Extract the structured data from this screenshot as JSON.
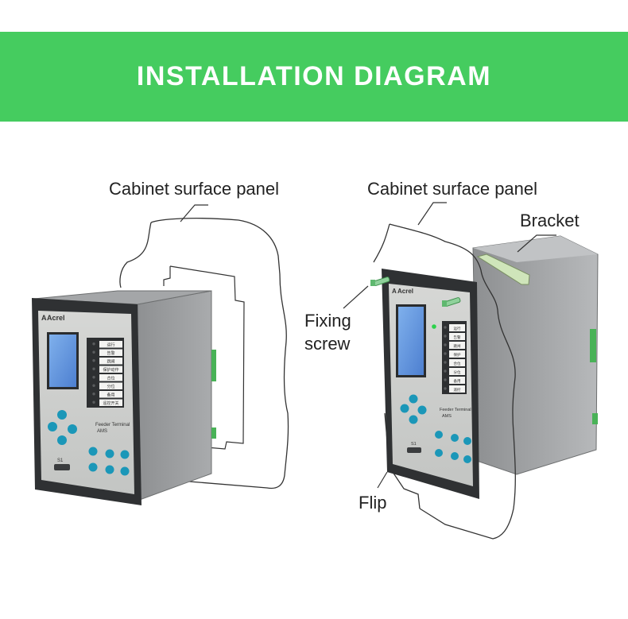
{
  "header": {
    "title": "INSTALLATION DIAGRAM",
    "bg_color": "#45cc5f"
  },
  "left_view": {
    "panel_label": "Cabinet surface panel",
    "device": {
      "brand": "Acrel",
      "text_line1": "Feeder Terminal",
      "text_line2": "AMS",
      "port_label": "S1",
      "indicator_labels": [
        "运行",
        "告警",
        "跳闸",
        "保护动作",
        "合位",
        "分位",
        "备用",
        "遥控开关"
      ]
    }
  },
  "right_view": {
    "panel_label": "Cabinet surface panel",
    "bracket_label": "Bracket",
    "screw_label_line1": "Fixing",
    "screw_label_line2": "screw",
    "flip_label": "Flip",
    "device": {
      "brand": "Acrel",
      "text_line1": "Feeder Terminal",
      "text_line2": "AMS",
      "port_label": "S1",
      "indicator_labels": [
        "运行",
        "告警",
        "跳闸",
        "保护",
        "合位",
        "分位",
        "备用",
        "遥控"
      ]
    }
  }
}
